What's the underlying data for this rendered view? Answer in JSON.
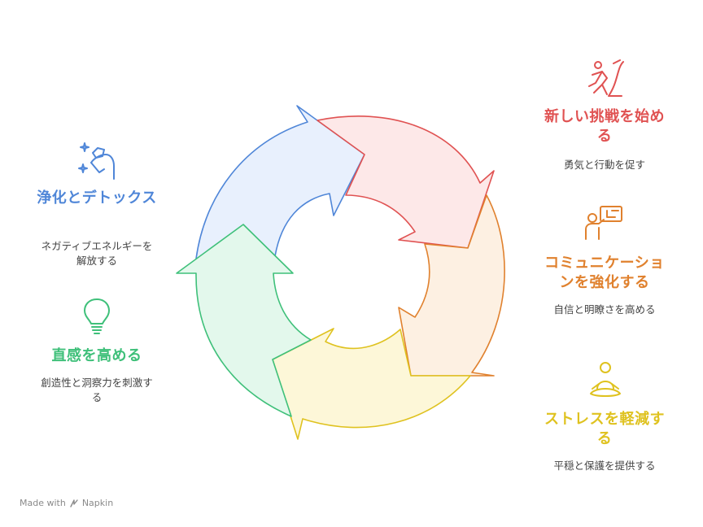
{
  "colors": {
    "red": "#e05252",
    "orange": "#e0812e",
    "yellow": "#dfc21f",
    "green": "#3fc07a",
    "blue": "#4f86d8"
  },
  "items": {
    "challenge": {
      "title": "新しい挑戦を始める",
      "description": "勇気と行動を促す",
      "icon": "climbing-person-icon",
      "color": "#e05252"
    },
    "communication": {
      "title": "コミュニケーションを強化する",
      "description": "自信と明瞭さを高める",
      "icon": "presenter-board-icon",
      "color": "#e0812e"
    },
    "stress": {
      "title": "ストレスを軽減する",
      "description": "平穏と保護を提供する",
      "icon": "meditation-person-icon",
      "color": "#dfc21f"
    },
    "intuition": {
      "title": "直感を高める",
      "description": "創造性と洞察力を刺激する",
      "icon": "lightbulb-icon",
      "color": "#3fc07a"
    },
    "detox": {
      "title": "浄化とデトックス",
      "description": "ネガティブエネルギーを解放する",
      "icon": "sparkle-hand-crystal-icon",
      "color": "#4f86d8"
    }
  },
  "footer": {
    "made_with": "Made with",
    "brand": "Napkin"
  }
}
